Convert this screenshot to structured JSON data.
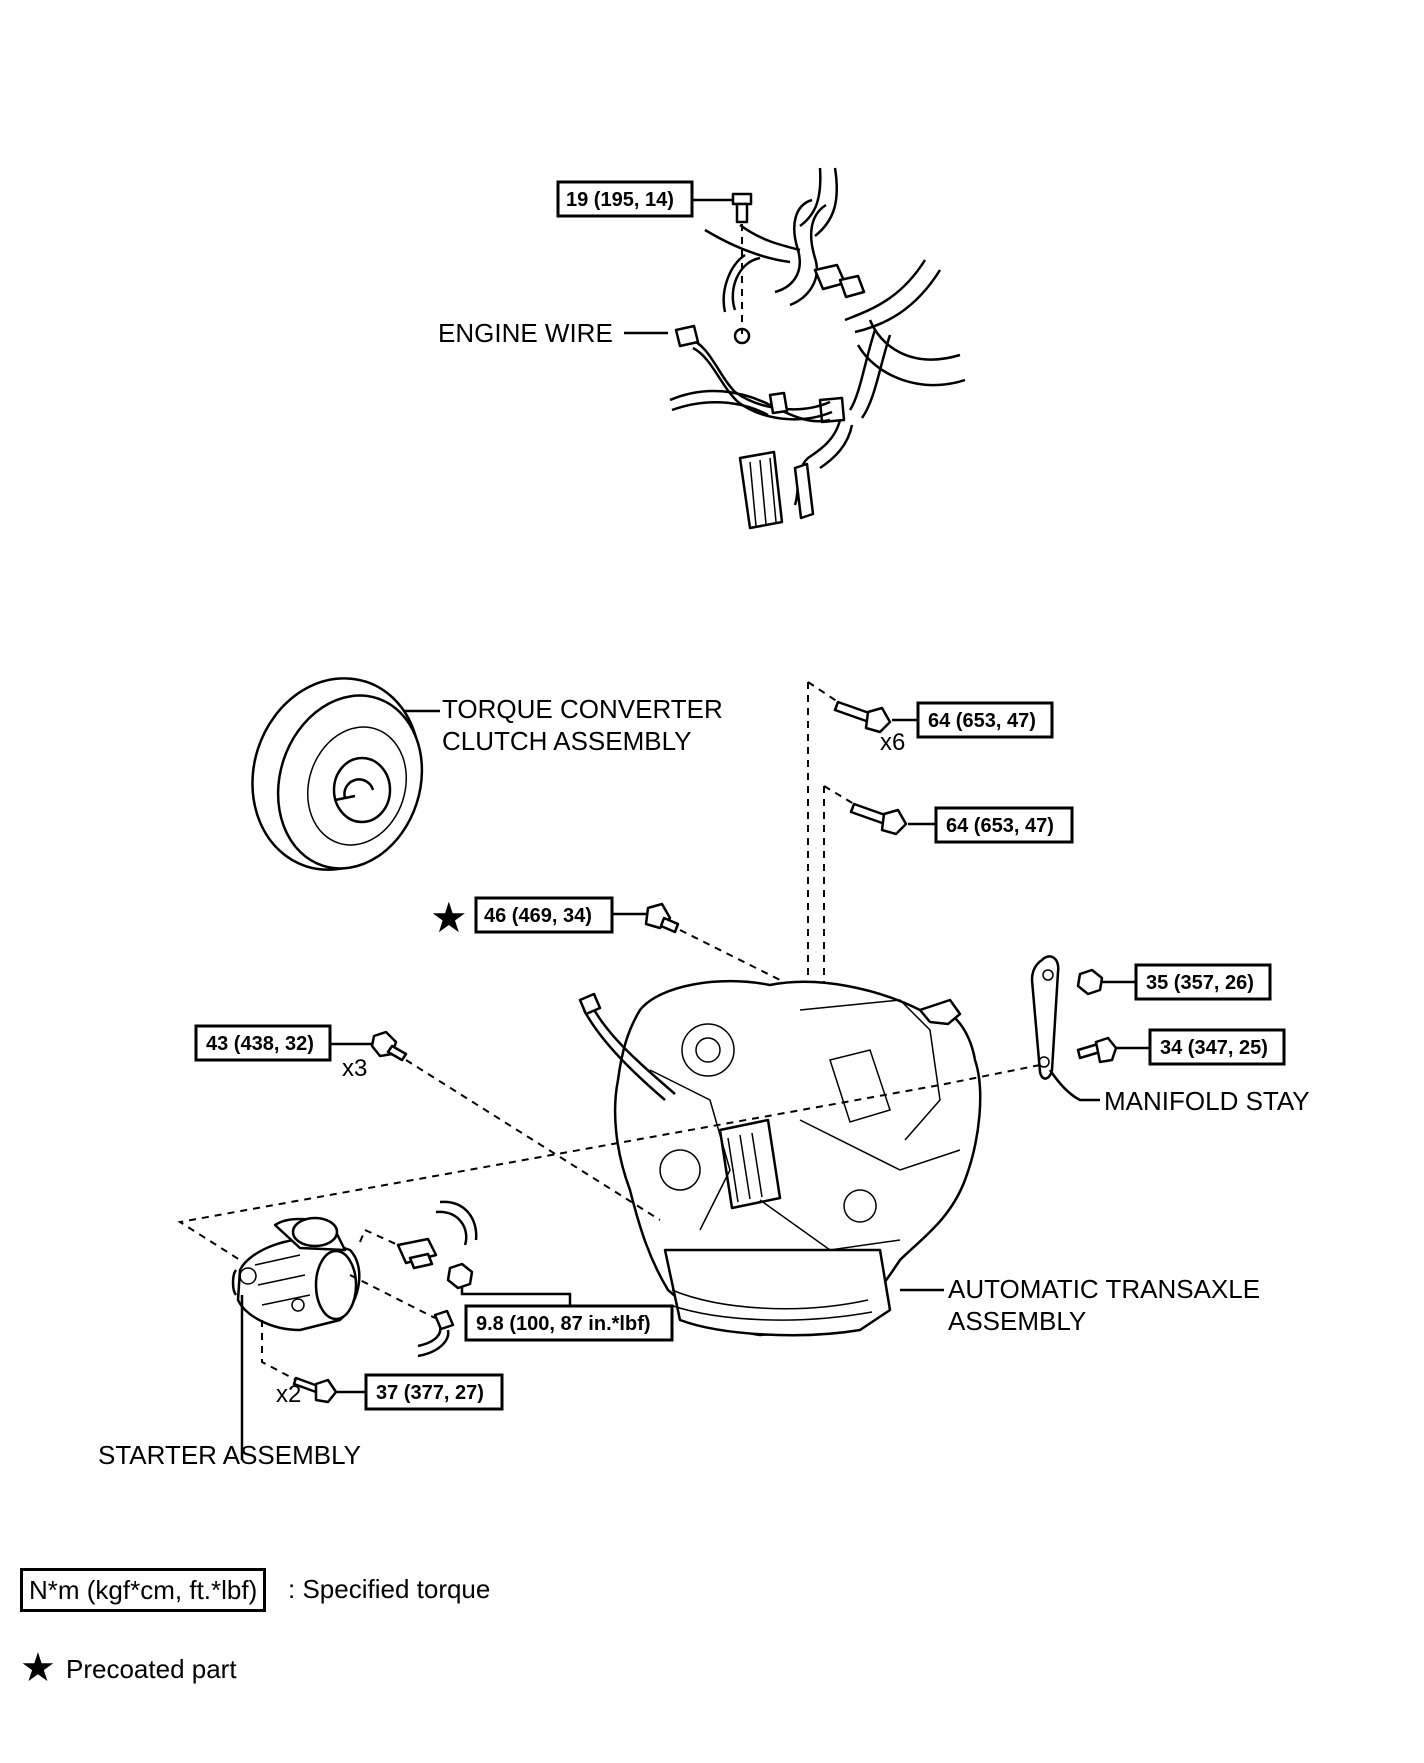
{
  "labels": {
    "engine_wire": "ENGINE WIRE",
    "torque_converter_1": "TORQUE CONVERTER",
    "torque_converter_2": "CLUTCH ASSEMBLY",
    "manifold_stay": "MANIFOLD STAY",
    "transaxle_1": "AUTOMATIC TRANSAXLE",
    "transaxle_2": "ASSEMBLY",
    "starter": "STARTER ASSEMBLY"
  },
  "torques": {
    "engine_wire_bolt": "19 (195, 14)",
    "upper_bolts": "64 (653, 47)",
    "upper_bolt_single": "64 (653, 47)",
    "precoated_bolt": "46 (469, 34)",
    "stay_nut": "35 (357, 26)",
    "stay_bolt": "34 (347, 25)",
    "left_bolts": "43 (438, 32)",
    "starter_nut": "9.8 (100, 87 in.*lbf)",
    "starter_bolts": "37 (377, 27)"
  },
  "quantities": {
    "upper": "x6",
    "left": "x3",
    "starter": "x2"
  },
  "legend": {
    "torque_box": "N*m (kgf*cm, ft.*lbf)",
    "torque_text": ": Specified torque",
    "star_symbol": "★",
    "star_text": "Precoated part"
  }
}
